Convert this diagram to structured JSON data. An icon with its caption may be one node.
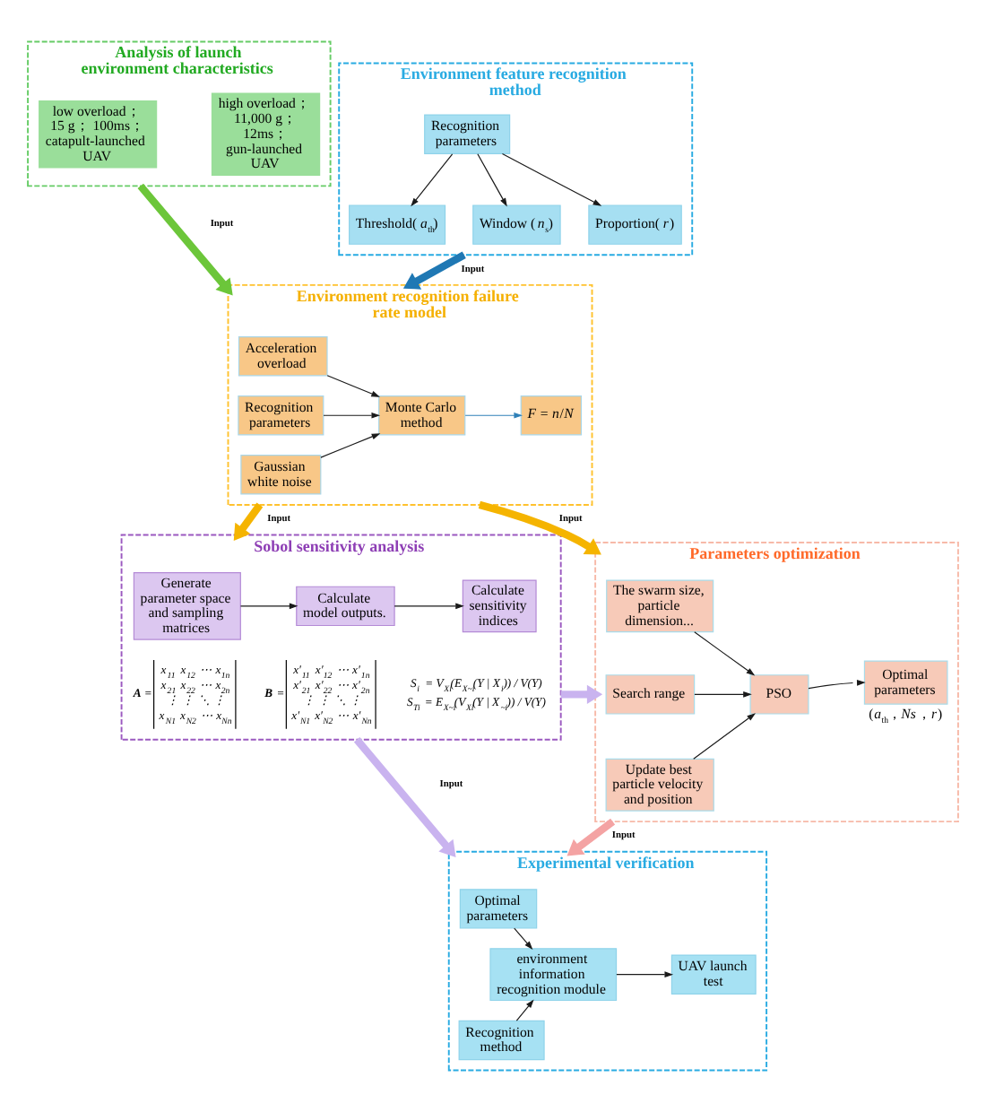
{
  "diagram": {
    "nodes": [
      {
        "text": [
          "Analysis of launch environment characteristics"
        ]
      },
      {
        "text": [
          "low overload； 15 g； 100ms； catapult-launched UAV"
        ],
        "in": 0
      },
      {
        "text": [
          "high overload； 11,000 g； 12ms； gun-launched UAV"
        ],
        "in": 0
      },
      {
        "text": [
          "Environment feature recognition method"
        ]
      },
      {
        "text": [
          "Recognition parameters"
        ],
        "in": 3
      },
      {
        "text": [
          "Threshold(*a*$_{th}$)"
        ],
        "in": 3
      },
      {
        "text": [
          "Window (*n*$_{s}$)"
        ],
        "in": 3
      },
      {
        "text": [
          "Proportion(*r*)"
        ],
        "in": 3
      },
      {
        "text": [
          "Environment recognition failure rate model"
        ]
      },
      {
        "text": [
          "Acceleration overload"
        ],
        "in": 8
      },
      {
        "text": [
          "Recognition parameters"
        ],
        "in": 8
      },
      {
        "text": [
          "Gaussian white noise"
        ],
        "in": 8
      },
      {
        "text": [
          "Monte Carlo method"
        ],
        "in": 8
      },
      {
        "text": [
          "*F* = *n*/*N*"
        ],
        "in": 8
      },
      {
        "text": [
          "Sobol sensitivity analysis"
        ]
      },
      {
        "text": [
          "Generate parameter space and sampling matrices"
        ],
        "in": 14
      },
      {
        "text": [
          "Calculate model outputs."
        ],
        "in": 14
      },
      {
        "text": [
          "Calculate sensitivity indices"
        ],
        "in": 14
      },
      {
        "text": [
          "Parameters optimization"
        ]
      },
      {
        "text": [
          "The swarm size, particle dimension..."
        ],
        "in": 18
      },
      {
        "text": [
          "Search range"
        ],
        "in": 18
      },
      {
        "text": [
          "Update best particle velocity and position"
        ],
        "in": 18
      },
      {
        "text": [
          "PSO"
        ],
        "in": 18
      },
      {
        "text": [
          "Optimal parameters"
        ],
        "in": 18,
        "beside": [
          "(*a*$_{th}$，*Ns*，*r*)"
        ]
      },
      {
        "text": [
          "Experimental verification"
        ]
      },
      {
        "text": [
          "Optimal parameters"
        ],
        "in": 24
      },
      {
        "text": [
          "Recognition method"
        ],
        "in": 24
      },
      {
        "text": [
          "environment information recognition module"
        ],
        "in": 24
      },
      {
        "text": [
          "UAV launch test"
        ],
        "in": 24
      }
    ],
    "edges": [
      {
        "from": 4,
        "to": 5,
        "arrow": "to"
      },
      {
        "from": 4,
        "to": 6,
        "arrow": "to"
      },
      {
        "from": 4,
        "to": 7,
        "arrow": "to"
      },
      {
        "from": 0,
        "to": 8,
        "arrow": "to",
        "label": "Input",
        "style": "thick",
        "color": "#6cc63a"
      },
      {
        "from": 3,
        "to": 8,
        "arrow": "to",
        "label": "Input",
        "style": "thick",
        "color": "#1f78b4"
      },
      {
        "from": 9,
        "to": 12,
        "arrow": "to"
      },
      {
        "from": 10,
        "to": 12,
        "arrow": "to"
      },
      {
        "from": 11,
        "to": 12,
        "arrow": "to"
      },
      {
        "from": 12,
        "to": 13,
        "arrow": "to",
        "color": "#2f80b8"
      },
      {
        "from": 8,
        "to": 14,
        "arrow": "to",
        "label": "Input",
        "style": "thick",
        "color": "#f5b400"
      },
      {
        "from": 8,
        "to": 18,
        "arrow": "to",
        "label": "Input",
        "style": "thick",
        "color": "#f5b400"
      },
      {
        "from": 15,
        "to": 16,
        "arrow": "to"
      },
      {
        "from": 16,
        "to": 17,
        "arrow": "to"
      },
      {
        "from": 14,
        "to": 18,
        "arrow": "to",
        "style": "thick",
        "color": "#c9b3ef"
      },
      {
        "from": 19,
        "to": 22,
        "arrow": "to"
      },
      {
        "from": 20,
        "to": 22,
        "arrow": "to"
      },
      {
        "from": 21,
        "to": 22,
        "arrow": "to"
      },
      {
        "from": 22,
        "to": 23,
        "arrow": "to"
      },
      {
        "from": 14,
        "to": 24,
        "arrow": "to",
        "label": "Input",
        "style": "thick",
        "color": "#c9b3ef"
      },
      {
        "from": 18,
        "to": 24,
        "arrow": "to",
        "label": "Input",
        "style": "thick",
        "color": "#f4a3a3"
      },
      {
        "from": 25,
        "to": 27,
        "arrow": "to"
      },
      {
        "from": 26,
        "to": 27,
        "arrow": "to"
      },
      {
        "from": 27,
        "to": 28,
        "arrow": "to"
      }
    ],
    "labels": [
      "**A** =",
      "x$_{11}$ x$_{12}$ ⋯ x$_{1n}$",
      "x$_{21}$ x$_{22}$ ⋯ x$_{2n}$",
      "⋮ ⋮ ⋱ ⋮",
      "x$_{N1}$ x$_{N2}$ ⋯ x$_{Nn}$",
      "**B** =",
      "x′$_{11}$ x′$_{12}$ ⋯ x′$_{1n}$",
      "x′$_{21}$ x′$_{22}$ ⋯ x′$_{2n}$",
      "⋮ ⋮ ⋱ ⋮",
      "x′$_{N1}$ x′$_{N2}$ ⋯ x′$_{Nn}$",
      "S$_{i}$ = V$_{Xi}$(E$_{X~i}$(Y | X$_{i}$)) / V(Y)",
      "S$_{Ti}$ = E$_{X~i}$(V$_{Xi}$(Y | X$_{~i}$)) / V(Y)"
    ]
  }
}
